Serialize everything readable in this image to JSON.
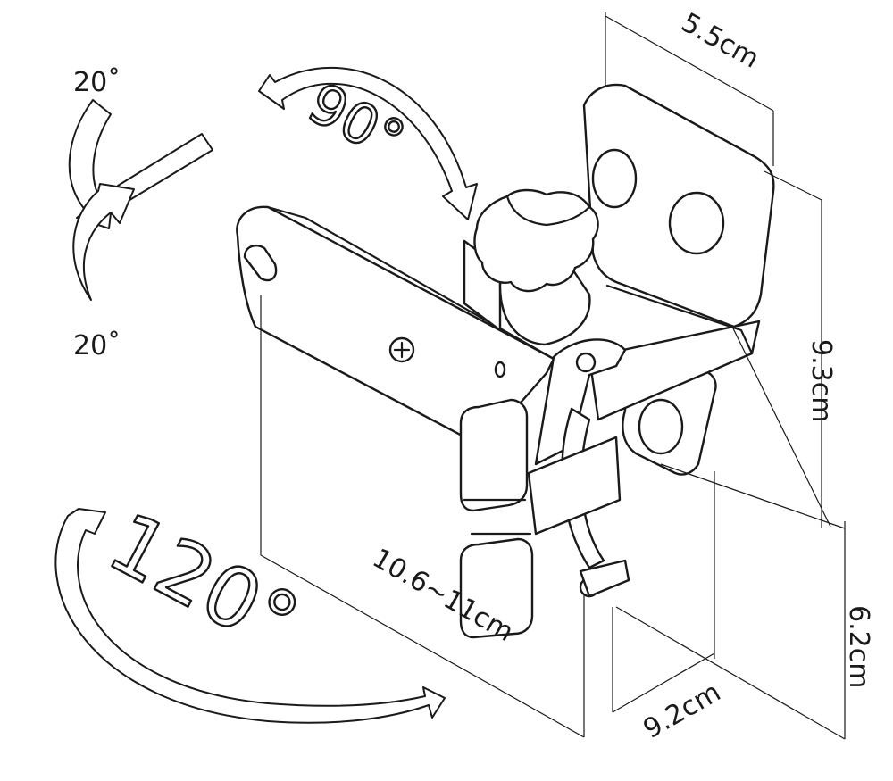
{
  "rotations": {
    "tilt_up": "20˚",
    "tilt_down": "20˚",
    "swivel": "90°",
    "pan": "120°"
  },
  "dimensions": {
    "depth_top": "5.5cm",
    "height_plate": "9.3cm",
    "height_lower": "6.2cm",
    "width_lower": "9.2cm",
    "arm_length": "10.6~11cm"
  }
}
